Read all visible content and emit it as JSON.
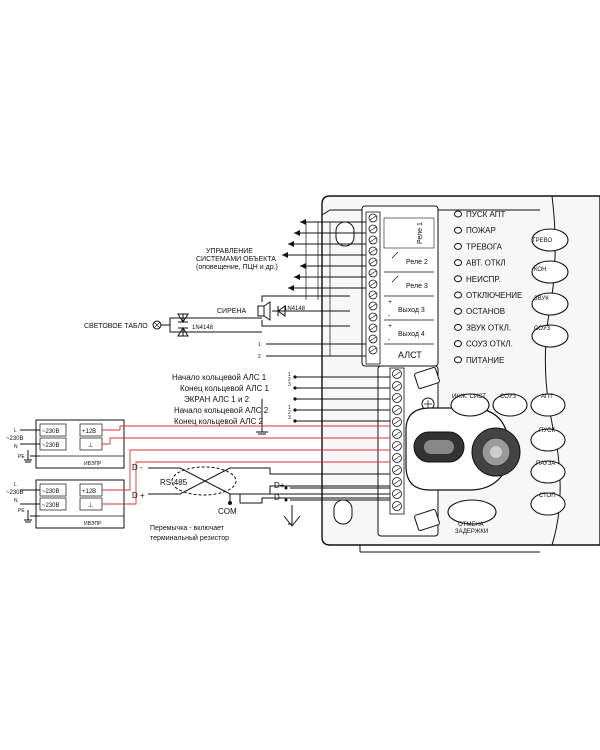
{
  "control_panel": {
    "indicators": [
      "ПУСК АПТ",
      "ПОЖАР",
      "ТРЕВОГА",
      "АВТ. ОТКЛ",
      "НЕИСПР.",
      "ОТКЛЮЧЕНИЕ",
      "ОСТАНОВ",
      "ЗВУК ОТКЛ.",
      "СОУЗ ОТКЛ.",
      "ПИТАНИЕ"
    ],
    "side_buttons": [
      "ТРЕВО",
      "КОН",
      "ЗВУК",
      "СОУЗ"
    ],
    "key_buttons": {
      "inzh_sist": "ИНЖ. СИСТ",
      "souz": "СОУЗ",
      "apt": "АПТ",
      "pusk": "ПУСК",
      "pauza": "ПАУЗА",
      "stop": "СТОП",
      "otmena_line1": "ОТМЕНА",
      "otmena_line2": "ЗАДЕРЖКИ"
    }
  },
  "relay_block": {
    "relays": [
      "Реле 1",
      "Реле 2",
      "Реле 3"
    ],
    "outputs": [
      "Выход 3",
      "Выход 4"
    ],
    "plus": "+",
    "minus": "-",
    "alst": "АЛСТ"
  },
  "labels": {
    "control_line1": "УПРАВЛЕНИЕ",
    "control_line2": "СИСТЕМАМИ ОБЪЕКТА",
    "control_line3": "(оповещение, ПЦН и др.)",
    "siren": "СИРЕНА",
    "diode1": "1N4148",
    "diode2": "1N4148",
    "light_panel": "СВЕТОВОЕ ТАБЛО",
    "row_numbers": [
      "1",
      "2"
    ],
    "als_labels": [
      "Начало кольцевой АЛС 1",
      "Конец кольцевой АЛС 1",
      "ЭКРАН АЛС 1 и 2",
      "Начало кольцевой АЛС 2",
      "Конец кольцевой АЛС 2"
    ],
    "terminal_nums": [
      "1",
      "2",
      "3"
    ],
    "d_minus": "D -",
    "d_plus": "D +",
    "rs485": "RS-485",
    "com": "COM",
    "d_plus_right": "D+",
    "d_minus_right": "D -",
    "jumper_line1": "Перемычка - включает",
    "jumper_line2": "терминальный резистор"
  },
  "power_supplies": [
    {
      "mains": "~230В",
      "mains_in": "~230В",
      "mains_in2": "~230В",
      "plus12": "+12В",
      "ground": "⊥",
      "name": "ИВЭПР",
      "l": "L",
      "n": "N",
      "pe": "PE"
    },
    {
      "mains": "~230В",
      "mains_in": "~230В",
      "mains_in2": "~230В",
      "plus12": "+12В",
      "ground": "⊥",
      "name": "ИВЭПР",
      "l": "L",
      "n": "N",
      "pe": "PE"
    }
  ]
}
